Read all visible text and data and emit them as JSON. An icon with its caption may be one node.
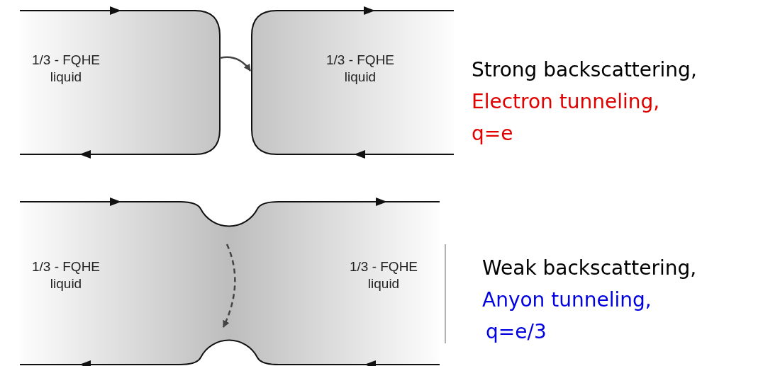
{
  "diagram": {
    "nodes": [
      {
        "text": [
          "1/3 - FQHE liquid"
        ]
      },
      {
        "text": [
          "1/3 - FQHE liquid"
        ]
      },
      {
        "text": [
          "1/3 - FQHE liquid",
          "1/3 - FQHE liquid"
        ]
      }
    ],
    "edges": [
      {
        "from": 0,
        "to": 1,
        "arrow": "to"
      }
    ],
    "labels": [
      "Strong backscattering,",
      "Electron tunneling,",
      "q=e",
      "Weak backscattering,",
      "Anyon tunneling,",
      "q=e/3"
    ]
  }
}
